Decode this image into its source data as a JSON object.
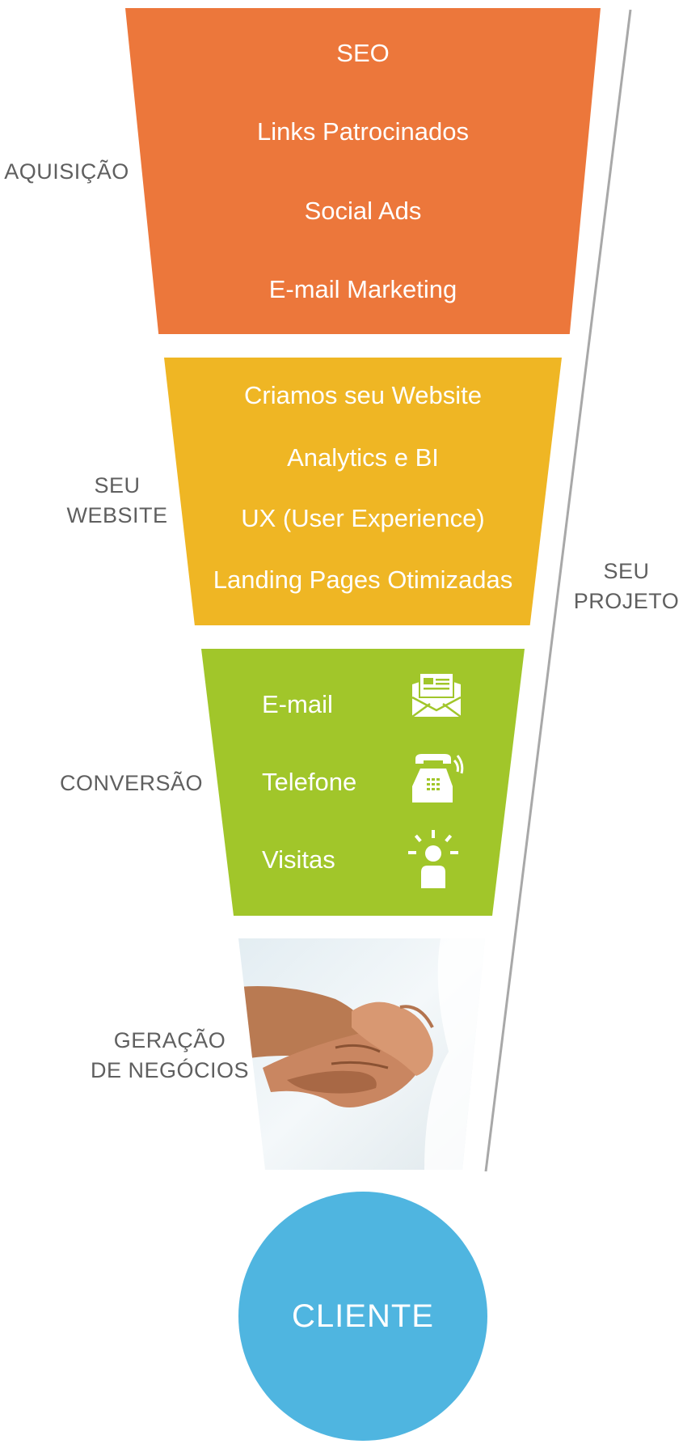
{
  "colors": {
    "aquisicao": "#ec773b",
    "website": "#efb624",
    "conversao": "#a1c62a",
    "cliente": "#4fb5e0",
    "label": "#5f5f5f",
    "divider": "#a8a8a8"
  },
  "stages": {
    "aquisicao": {
      "label": [
        "AQUISIÇÃO"
      ],
      "items": [
        "SEO",
        "Links Patrocinados",
        "Social Ads",
        "E-mail Marketing"
      ]
    },
    "website": {
      "label": [
        "SEU",
        "WEBSITE"
      ],
      "items": [
        "Criamos seu Website",
        "Analytics e BI",
        "UX (User Experience)",
        "Landing Pages Otimizadas"
      ]
    },
    "conversao": {
      "label": [
        "CONVERSÃO"
      ],
      "items": [
        {
          "text": "E-mail",
          "icon": "envelope-icon"
        },
        {
          "text": "Telefone",
          "icon": "telephone-icon"
        },
        {
          "text": "Visitas",
          "icon": "visitor-icon"
        }
      ]
    },
    "negocios": {
      "label": [
        "GERAÇÃO",
        "DE NEGÓCIOS"
      ],
      "image": "handshake-photo"
    }
  },
  "projeto_label": [
    "SEU",
    "PROJETO"
  ],
  "cliente_label": "CLIENTE"
}
